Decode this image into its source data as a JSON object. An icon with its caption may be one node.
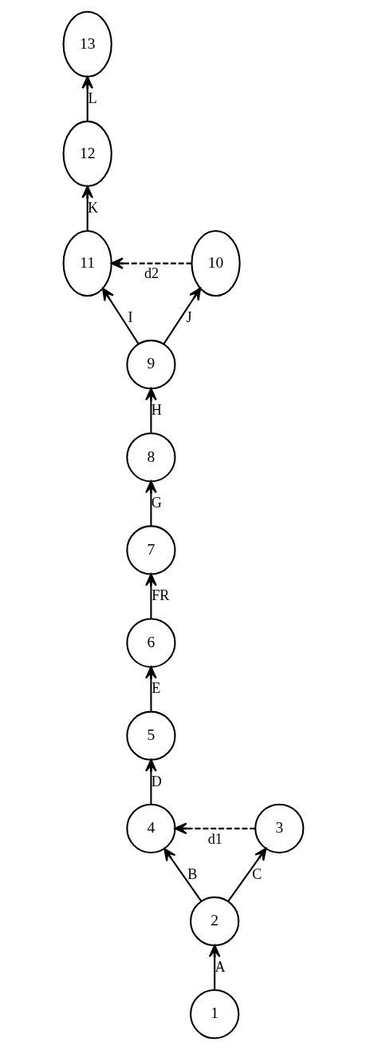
{
  "diagram": {
    "nodes": [
      {
        "text": [
          "13"
        ]
      },
      {
        "text": [
          "12"
        ]
      },
      {
        "text": [
          "11"
        ]
      },
      {
        "text": [
          "10"
        ]
      },
      {
        "text": [
          "9"
        ]
      },
      {
        "text": [
          "8"
        ]
      },
      {
        "text": [
          "7"
        ]
      },
      {
        "text": [
          "6"
        ]
      },
      {
        "text": [
          "5"
        ]
      },
      {
        "text": [
          "4"
        ]
      },
      {
        "text": [
          "3"
        ]
      },
      {
        "text": [
          "2"
        ]
      },
      {
        "text": [
          "1"
        ]
      }
    ],
    "edges": [
      {
        "from": 12,
        "to": 11,
        "arrow": "to",
        "label": "A"
      },
      {
        "from": 11,
        "to": 9,
        "arrow": "to",
        "label": "B"
      },
      {
        "from": 11,
        "to": 10,
        "arrow": "to",
        "label": "C"
      },
      {
        "from": 10,
        "to": 9,
        "arrow": "to",
        "label": "d1",
        "style": "dashed"
      },
      {
        "from": 9,
        "to": 8,
        "arrow": "to",
        "label": "D"
      },
      {
        "from": 8,
        "to": 7,
        "arrow": "to",
        "label": "E"
      },
      {
        "from": 7,
        "to": 6,
        "arrow": "to",
        "label": "FR"
      },
      {
        "from": 6,
        "to": 5,
        "arrow": "to",
        "label": "G"
      },
      {
        "from": 5,
        "to": 4,
        "arrow": "to",
        "label": "H"
      },
      {
        "from": 4,
        "to": 2,
        "arrow": "to",
        "label": "I"
      },
      {
        "from": 4,
        "to": 3,
        "arrow": "to",
        "label": "J"
      },
      {
        "from": 3,
        "to": 2,
        "arrow": "to",
        "label": "d2",
        "style": "dashed"
      },
      {
        "from": 2,
        "to": 1,
        "arrow": "to",
        "label": "K"
      },
      {
        "from": 1,
        "to": 0,
        "arrow": "to",
        "label": "L"
      }
    ]
  }
}
